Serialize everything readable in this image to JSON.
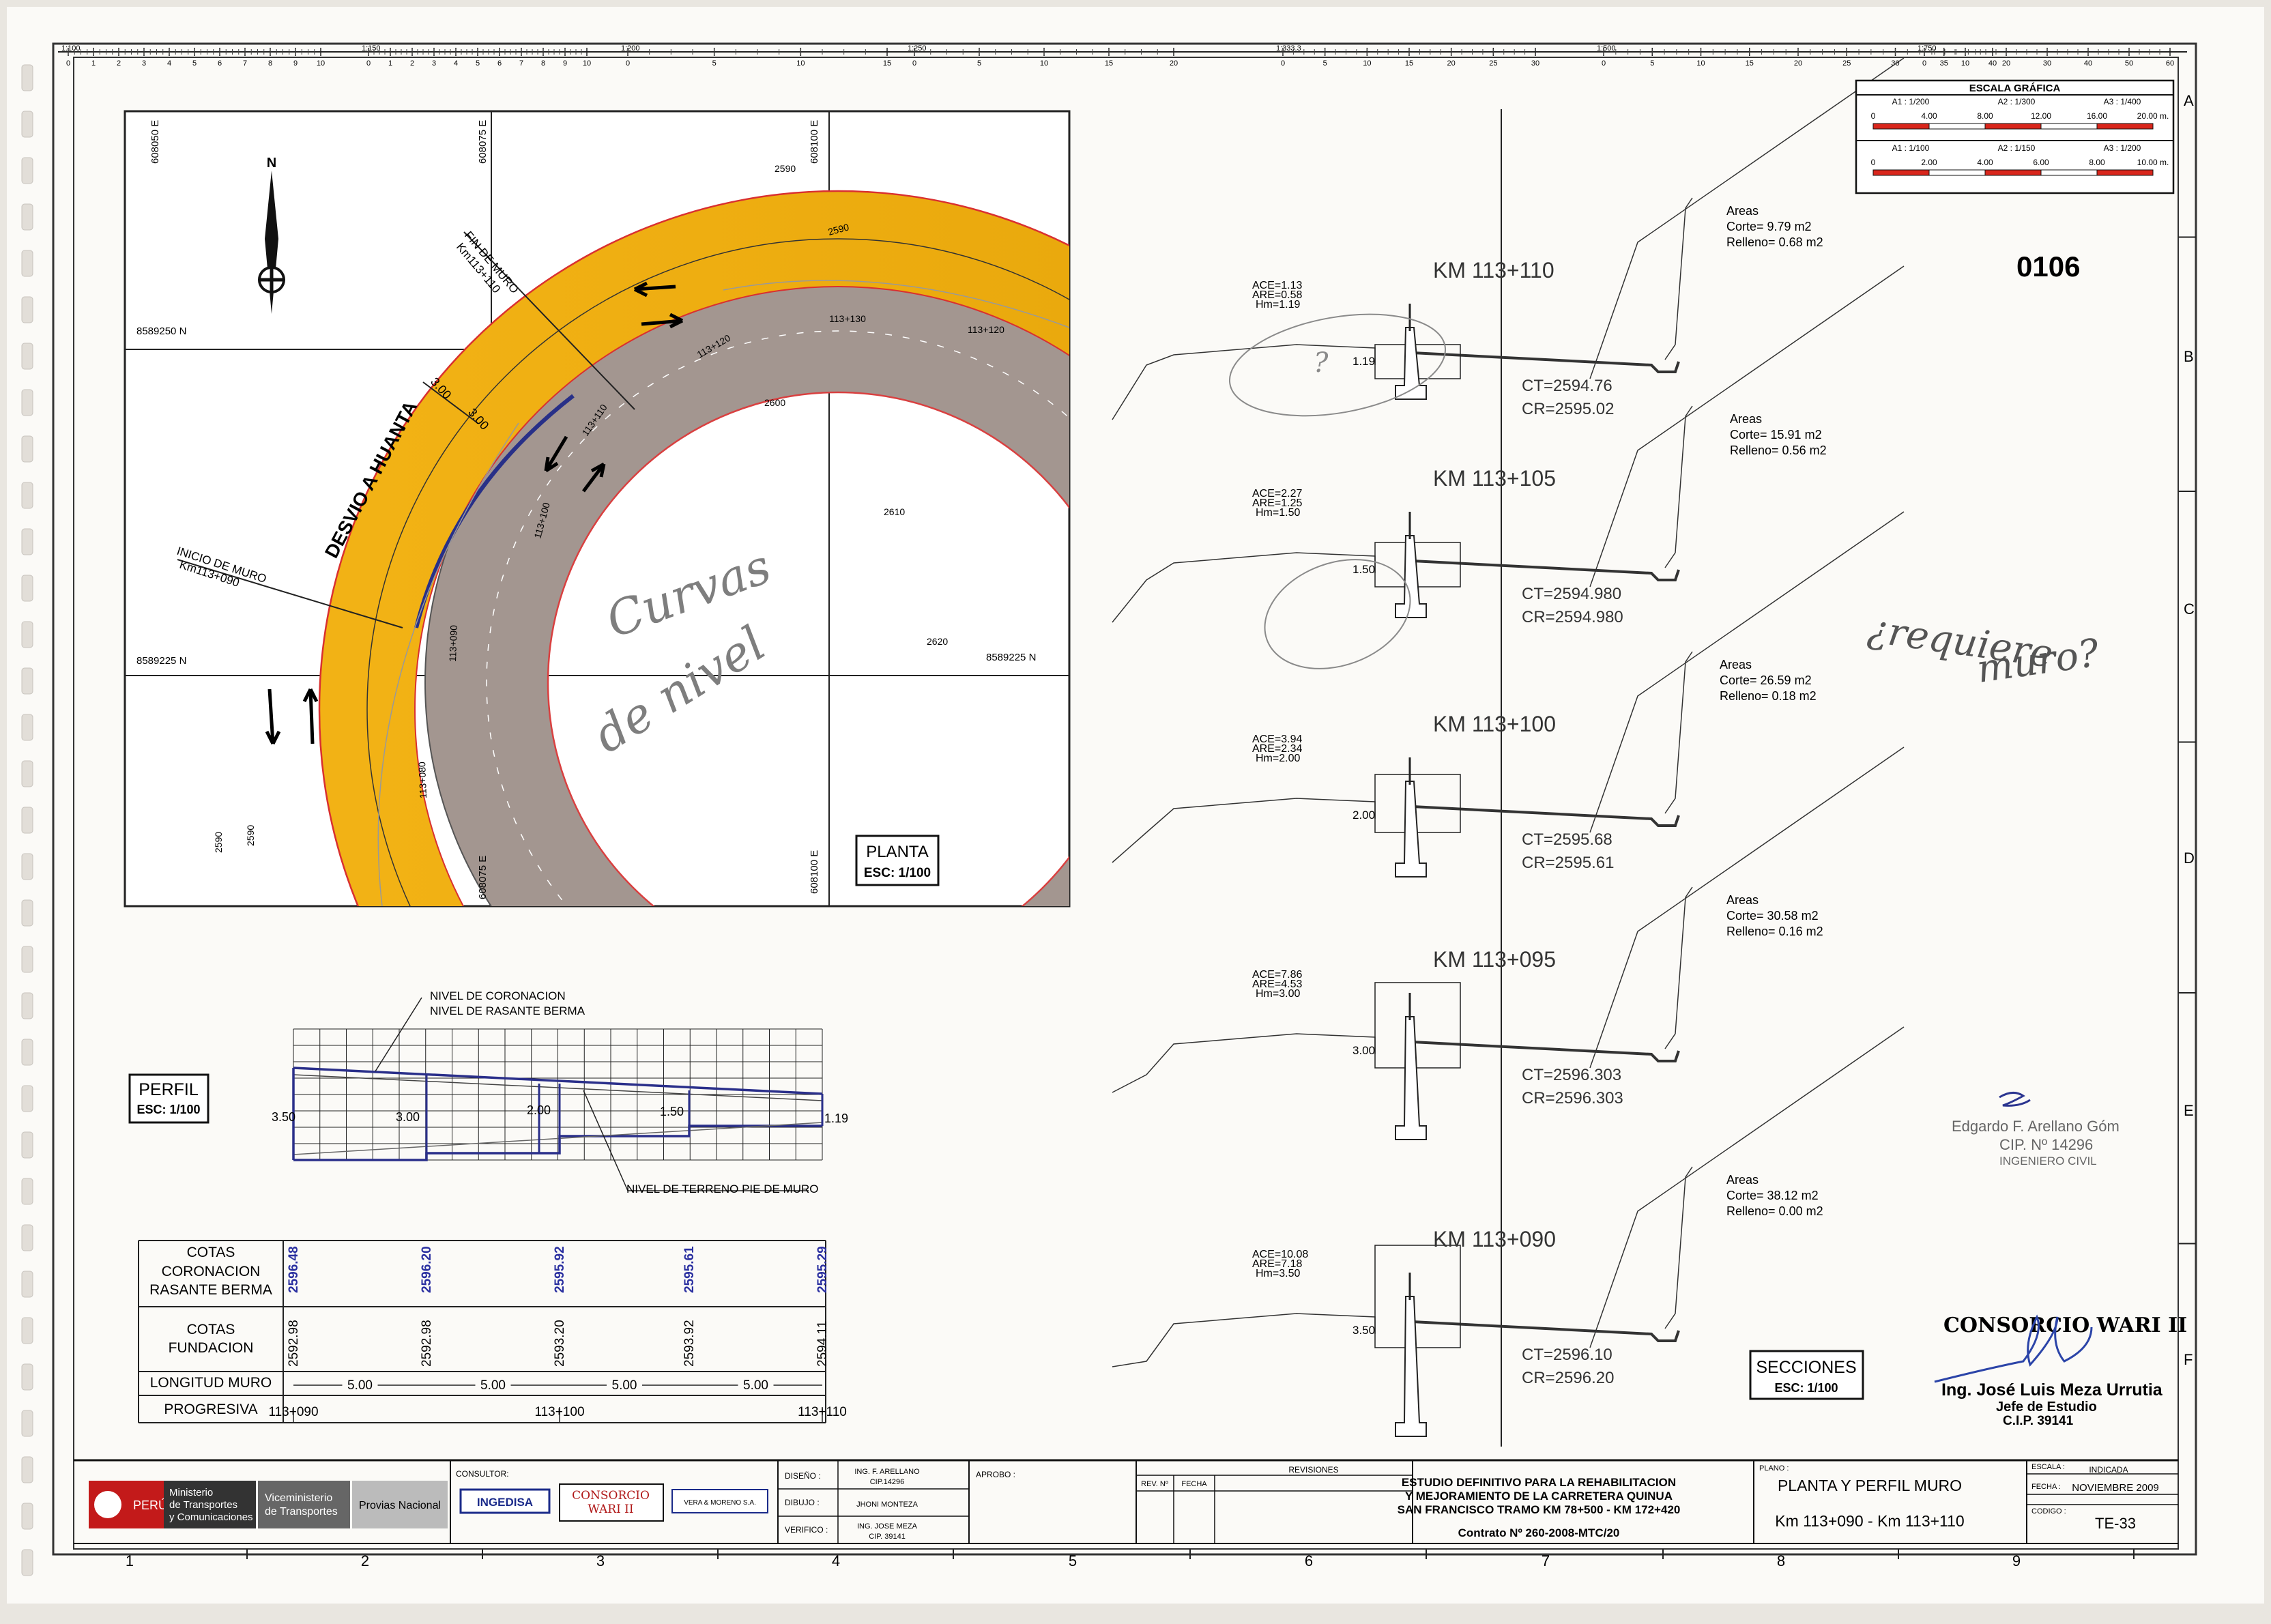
{
  "sheet": {
    "sheet_number": "0106",
    "row_letters": [
      "A",
      "B",
      "C",
      "D",
      "E",
      "F"
    ],
    "column_numbers": [
      "1",
      "2",
      "3",
      "4",
      "5",
      "6",
      "7",
      "8",
      "9"
    ]
  },
  "top_scales": [
    {
      "label": "1:100",
      "ticks": [
        "0",
        "1",
        "2",
        "3",
        "4",
        "5",
        "6",
        "7",
        "8",
        "9",
        "10"
      ]
    },
    {
      "label": "1:150",
      "ticks": [
        "0",
        "1",
        "2",
        "3",
        "4",
        "5",
        "6",
        "7",
        "8",
        "9",
        "10"
      ]
    },
    {
      "label": "1:200",
      "ticks": [
        "0",
        "5",
        "10",
        "15"
      ]
    },
    {
      "label": "1:250",
      "ticks": [
        "0",
        "5",
        "10",
        "15",
        "20"
      ]
    },
    {
      "label": "1:333.3",
      "ticks": [
        "0",
        "5",
        "10",
        "15",
        "20",
        "25",
        "30"
      ]
    },
    {
      "label": "1:500",
      "ticks": [
        "0",
        "5",
        "10",
        "15",
        "20",
        "25",
        "30",
        "35",
        "40"
      ]
    },
    {
      "label": "1:750",
      "ticks": [
        "0",
        "10",
        "20",
        "30",
        "40",
        "50",
        "60"
      ]
    }
  ],
  "escala_grafica": {
    "title": "ESCALA GRÁFICA",
    "row1_labels": [
      "A1 : 1/200",
      "A2 : 1/300",
      "A3 : 1/400"
    ],
    "row1_values": [
      "0",
      "4.00",
      "8.00",
      "12.00",
      "16.00",
      "20.00 m."
    ],
    "row2_labels": [
      "A1 : 1/100",
      "A2 : 1/150",
      "A3 : 1/200"
    ],
    "row2_values": [
      "0",
      "2.00",
      "4.00",
      "6.00",
      "8.00",
      "10.00 m."
    ]
  },
  "planta": {
    "title": "PLANTA",
    "scale": "ESC: 1/100",
    "north": "N",
    "coords": [
      "608050 E",
      "608075 E",
      "608100 E",
      "608100 E",
      "8589250 N",
      "8589225 N",
      "8589225 N",
      "608075 E"
    ],
    "road_label": "DESVIO A HUANTA",
    "fin_muro": "FIN DE MURO",
    "fin_km": "Km113+110",
    "inicio_muro": "INICIO DE MURO",
    "inicio_km": "Km113+090",
    "dim_a": "3.00",
    "dim_b": "3.00",
    "stations": [
      "113+130",
      "113+120",
      "113+110",
      "113+100",
      "113+090",
      "113+080"
    ],
    "contours": [
      "2590",
      "2590",
      "2600",
      "2610",
      "2620",
      "2590",
      "2590"
    ],
    "handwriting_1": "Curvas",
    "handwriting_2": "de nivel"
  },
  "perfil": {
    "title": "PERFIL",
    "scale": "ESC: 1/100",
    "label_corona": "NIVEL DE CORONACION",
    "label_rasante": "NIVEL DE RASANTE BERMA",
    "label_terreno": "NIVEL DE TERRENO PIE DE MURO",
    "heights": [
      "3.50",
      "3.00",
      "2.00",
      "1.50",
      "1.19"
    ],
    "row_headers": [
      "COTAS\nCORONACION\nRASANTE BERMA",
      "COTAS\nFUNDACION",
      "LONGITUD MURO",
      "PROGRESIVA"
    ],
    "cotas_coronacion": [
      "2596.48",
      "2596.20",
      "2595.92",
      "2595.61",
      "2595.29"
    ],
    "cotas_fundacion": [
      "2592.98",
      "2592.98",
      "2593.20",
      "2593.92",
      "2594.11"
    ],
    "longitudes": [
      "5.00",
      "5.00",
      "5.00",
      "5.00"
    ],
    "progresivas": [
      "113+090",
      "113+100",
      "113+110"
    ]
  },
  "secciones": {
    "title": "SECCIONES",
    "scale": "ESC: 1/100",
    "items": [
      {
        "km": "KM 113+110",
        "ace": "ACE=1.13",
        "are": "ARE=0.58",
        "hm": "Hm=1.19",
        "h": "1.19",
        "ct": "CT=2594.76",
        "cr": "CR=2595.02",
        "areas": "Areas",
        "corte": "Corte= 9.79 m2",
        "relleno": "Relleno= 0.68 m2"
      },
      {
        "km": "KM 113+105",
        "ace": "ACE=2.27",
        "are": "ARE=1.25",
        "hm": "Hm=1.50",
        "h": "1.50",
        "ct": "CT=2594.980",
        "cr": "CR=2594.980",
        "areas": "Areas",
        "corte": "Corte= 15.91 m2",
        "relleno": "Relleno= 0.56 m2"
      },
      {
        "km": "KM 113+100",
        "ace": "ACE=3.94",
        "are": "ARE=2.34",
        "hm": "Hm=2.00",
        "h": "2.00",
        "ct": "CT=2595.68",
        "cr": "CR=2595.61",
        "areas": "Areas",
        "corte": "Corte= 26.59 m2",
        "relleno": "Relleno= 0.18 m2"
      },
      {
        "km": "KM 113+095",
        "ace": "ACE=7.86",
        "are": "ARE=4.53",
        "hm": "Hm=3.00",
        "h": "3.00",
        "ct": "CT=2596.303",
        "cr": "CR=2596.303",
        "areas": "Areas",
        "corte": "Corte= 30.58 m2",
        "relleno": "Relleno= 0.16 m2"
      },
      {
        "km": "KM 113+090",
        "ace": "ACE=10.08",
        "are": "ARE=7.18",
        "hm": "Hm=3.50",
        "h": "3.50",
        "ct": "CT=2596.10",
        "cr": "CR=2596.20",
        "areas": "Areas",
        "corte": "Corte= 38.12 m2",
        "relleno": "Relleno= 0.00 m2"
      }
    ],
    "handwriting_q": "?",
    "handwriting_1": "¿requiere",
    "handwriting_2": "muro?"
  },
  "stamps": {
    "engineer_1": "Edgardo F. Arellano Góm",
    "cip_1": "CIP. Nº 14296",
    "title_1": "INGENIERO CIVIL",
    "consorcio": "CONSORCIO WARI II",
    "engineer_2": "Ing. José Luis Meza Urrutia",
    "title_2": "Jefe de Estudio",
    "cip_2": "C.I.P. 39141"
  },
  "title_block": {
    "peru": "PERÚ",
    "ministerio": "Ministerio\nde Transportes\ny Comunicaciones",
    "viceministerio": "Viceministerio\nde Transportes",
    "provias": "Provias Nacional",
    "consultor": "CONSULTOR:",
    "ingedisa": "INGEDISA",
    "consorcio_logo": "CONSORCIO\nWARI II",
    "third_logo": "VERA & MORENO S.A.",
    "diseno_label": "DISEÑO :",
    "diseno_value": "ING. F. ARELLANO\nCIP.14296",
    "dibujo_label": "DIBUJO :",
    "dibujo_value": "JHONI MONTEZA",
    "verifico_label": "VERIFICO :",
    "verifico_value": "ING. JOSE MEZA\nCIP. 39141",
    "aprobo_label": "APROBO :",
    "revisiones": "REVISIONES",
    "rev_no": "REV. Nº",
    "fecha_col": "FECHA",
    "study": "ESTUDIO DEFINITIVO PARA LA REHABILITACION\nY MEJORAMIENTO DE LA CARRETERA QUINUA\nSAN FRANCISCO TRAMO KM 78+500 - KM 172+420",
    "contract": "Contrato Nº 260-2008-MTC/20",
    "plano_label": "PLANO :",
    "plano_title": "PLANTA Y PERFIL MURO",
    "plano_sub": "Km 113+090 - Km 113+110",
    "escala_label": "ESCALA :",
    "escala_value": "INDICADA",
    "fecha_label": "FECHA :",
    "fecha_value": "NOVIEMBRE 2009",
    "codigo_label": "CODIGO :",
    "codigo_value": "TE-33"
  }
}
